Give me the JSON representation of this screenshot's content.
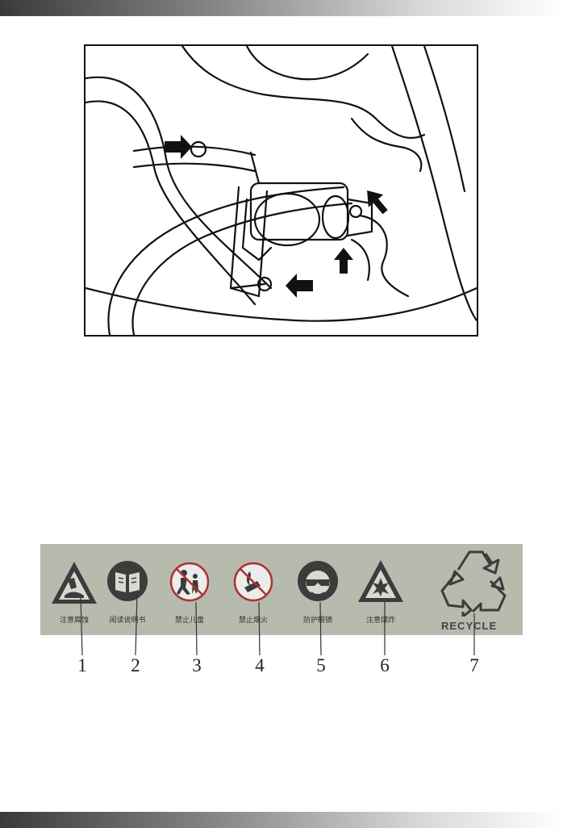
{
  "labels": [
    {
      "number": "1",
      "icon": "corrosive-warning-icon",
      "caption": "注意腐蚀"
    },
    {
      "number": "2",
      "icon": "read-manual-icon",
      "caption": "阅读说明书"
    },
    {
      "number": "3",
      "icon": "no-children-icon",
      "caption": "禁止儿童"
    },
    {
      "number": "4",
      "icon": "no-fire-icon",
      "caption": "禁止烟火"
    },
    {
      "number": "5",
      "icon": "eye-protection-icon",
      "caption": "防护眼镜"
    },
    {
      "number": "6",
      "icon": "explosion-warning-icon",
      "caption": "注意爆炸"
    },
    {
      "number": "7",
      "icon": "recycle-icon",
      "caption": "RECYCLE"
    }
  ],
  "colors": {
    "strip": "#b6bbae",
    "icon_dark": "#3c3c3c"
  }
}
